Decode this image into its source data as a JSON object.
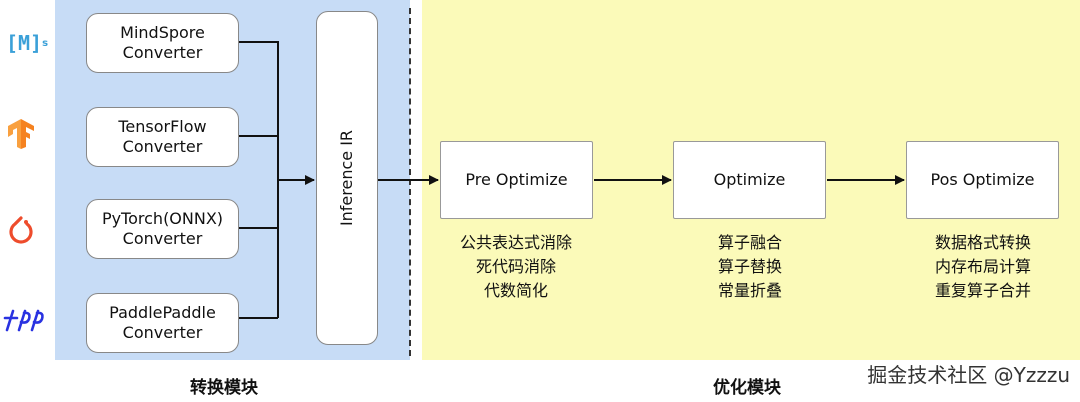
{
  "converters": [
    {
      "label": "MindSpore\nConverter"
    },
    {
      "label": "TensorFlow\nConverter"
    },
    {
      "label": "PyTorch(ONNX)\nConverter"
    },
    {
      "label": "PaddlePaddle\nConverter"
    }
  ],
  "ir_label": "Inference IR",
  "stages": [
    {
      "label": "Pre Optimize",
      "caption": "公共表达式消除\n死代码消除\n代数简化"
    },
    {
      "label": "Optimize",
      "caption": "算子融合\n算子替换\n常量折叠"
    },
    {
      "label": "Pos Optimize",
      "caption": "数据格式转换\n内存布局计算\n重复算子合并"
    }
  ],
  "sections": {
    "convert": "转换模块",
    "optimize": "优化模块"
  },
  "logos": {
    "mindspore": "[M]",
    "mindspore_sup": "s"
  },
  "watermark": "掘金技术社区 @Yzzzu",
  "colors": {
    "convert_panel": "#c7dcf6",
    "optimize_panel": "#fbfab9",
    "tensorflow": "#f58220",
    "pytorch": "#ee4c2c",
    "paddle": "#2932e1",
    "mindspore": "#3aa0d8"
  }
}
